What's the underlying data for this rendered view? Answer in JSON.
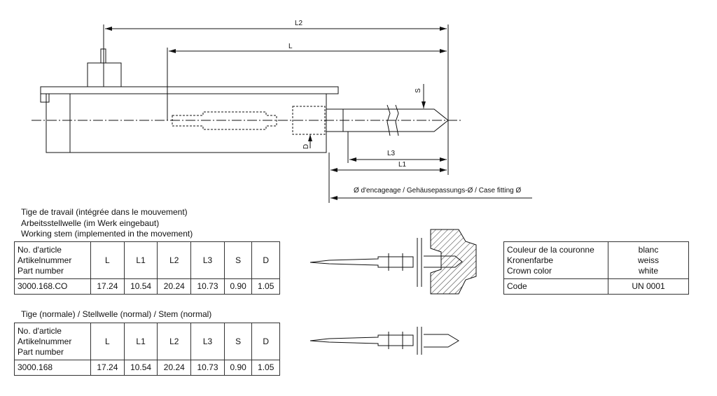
{
  "drawing": {
    "dims": {
      "L2": "L2",
      "L": "L",
      "L3": "L3",
      "L1": "L1",
      "S": "S",
      "D": "D"
    },
    "case_fitting": "Ø d'encageage / Gehäusepassungs-Ø / Case fitting Ø"
  },
  "working_stem": {
    "title_lines": [
      "Tige de travail (intégrée dans le mouvement)",
      "Arbeitsstellwelle (im Werk eingebaut)",
      "Working stem (implemented in the movement)"
    ],
    "header": {
      "part": [
        "No. d'article",
        "Artikelnummer",
        "Part number"
      ],
      "cols": [
        "L",
        "L1",
        "L2",
        "L3",
        "S",
        "D"
      ]
    },
    "row": {
      "part": "3000.168.CO",
      "values": [
        "17.24",
        "10.54",
        "20.24",
        "10.73",
        "0.90",
        "1.05"
      ]
    }
  },
  "normal_stem": {
    "title": "Tige (normale) / Stellwelle (normal) / Stem (normal)",
    "header": {
      "part": [
        "No. d'article",
        "Artikelnummer",
        "Part number"
      ],
      "cols": [
        "L",
        "L1",
        "L2",
        "L3",
        "S",
        "D"
      ]
    },
    "row": {
      "part": "3000.168",
      "values": [
        "17.24",
        "10.54",
        "20.24",
        "10.73",
        "0.90",
        "1.05"
      ]
    }
  },
  "crown": {
    "rows": [
      {
        "labels": [
          "Couleur de la couronne",
          "Kronenfarbe",
          "Crown color"
        ],
        "values": [
          "blanc",
          "weiss",
          "white"
        ]
      },
      {
        "labels": [
          "Code"
        ],
        "values": [
          "UN 0001"
        ]
      }
    ]
  }
}
